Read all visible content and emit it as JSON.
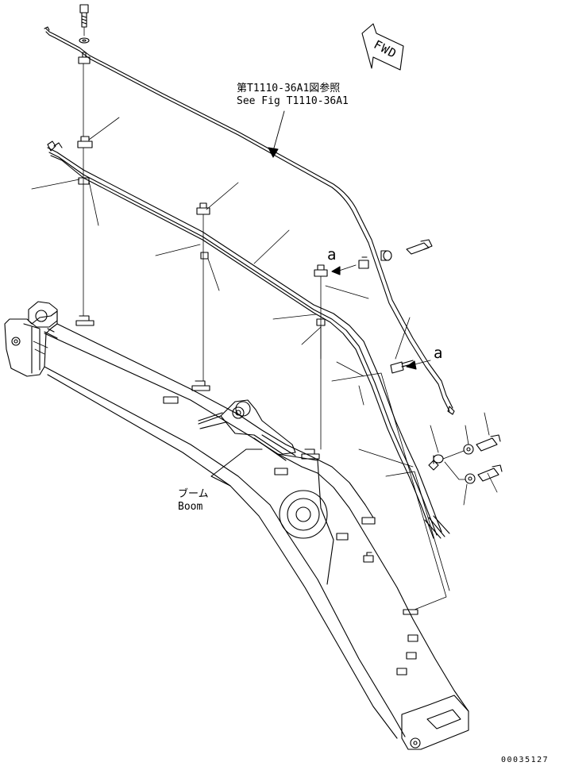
{
  "reference": {
    "jp": "第T1110-36A1図参照",
    "en": "See Fig T1110-36A1"
  },
  "boom_label": {
    "jp": "ブーム",
    "en": "Boom"
  },
  "callouts": [
    "a",
    "a"
  ],
  "direction_arrow": "FWD",
  "drawing_code": "00035127"
}
